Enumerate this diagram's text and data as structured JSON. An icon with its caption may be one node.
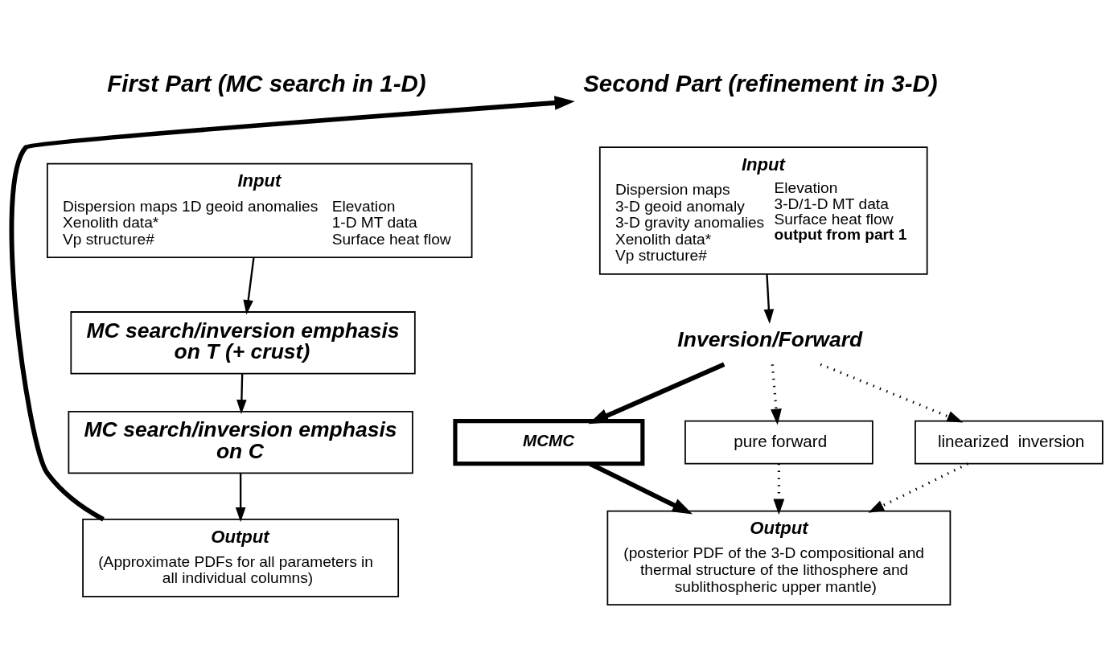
{
  "diagram": {
    "nodes": [
      {
        "text": [
          "Input",
          "Dispersion maps 1D geoid anomalies Xenolith data* Vp structure#",
          "Elevation 1-D MT data Surface heat flow"
        ]
      },
      {
        "text": [
          "MC search/inversion emphasis on T (+ crust)"
        ]
      },
      {
        "text": [
          "MC search/inversion emphasis on C"
        ]
      },
      {
        "text": [
          "Output",
          "(Approximate PDFs for all parameters in all individual columns)"
        ]
      },
      {
        "text": [
          "Second Part (refinement in 3-D)"
        ]
      },
      {
        "text": [
          "Input",
          "Dispersion maps 3-D geoid anomaly 3-D gravity anomalies Xenolith data* Vp structure#",
          "Elevation 3-D/1-D MT data Surface heat flow",
          "output from part 1"
        ]
      },
      {
        "text": [
          "Inversion/Forward"
        ]
      },
      {
        "text": [
          "pure forward"
        ]
      },
      {
        "text": [
          "linearized  inversion"
        ]
      },
      {
        "text": [
          "MCMC"
        ]
      },
      {
        "text": [
          "Output",
          "(posterior PDF of the 3-D compositional and thermal structure of the lithosphere and sublithospheric upper mantle)"
        ]
      }
    ],
    "edges": [
      {
        "from": 0,
        "to": 1,
        "arrow": "to"
      },
      {
        "from": 1,
        "to": 2,
        "arrow": "to"
      },
      {
        "from": 2,
        "to": 3,
        "arrow": "to"
      },
      {
        "from": 3,
        "to": 4,
        "arrow": "to",
        "style": "thick"
      },
      {
        "from": 5,
        "to": 6,
        "arrow": "to"
      },
      {
        "from": 6,
        "to": 7,
        "arrow": "to",
        "style": "dashed"
      },
      {
        "from": 6,
        "to": 8,
        "arrow": "to",
        "style": "dashed"
      },
      {
        "from": 6,
        "to": 9,
        "arrow": "to",
        "style": "thick"
      },
      {
        "from": 7,
        "to": 10,
        "arrow": "to",
        "style": "dashed"
      },
      {
        "from": 8,
        "to": 10,
        "arrow": "to",
        "style": "dashed"
      },
      {
        "from": 9,
        "to": 10,
        "arrow": "to",
        "style": "thick"
      }
    ],
    "labels": [
      "First Part (MC search in 1-D)"
    ]
  }
}
